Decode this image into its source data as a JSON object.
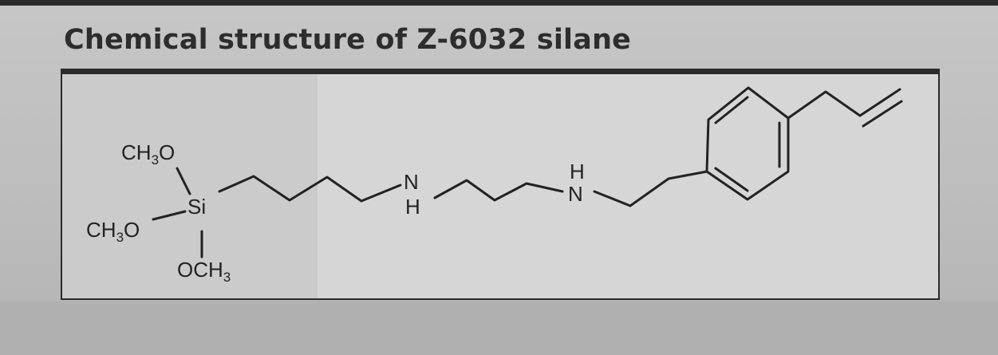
{
  "title": "Chemical structure of Z-6032 silane",
  "atoms": {
    "ch3o_top": {
      "main": "CH",
      "sub": "3",
      "tail": "O"
    },
    "si": "Si",
    "ch3o_left": {
      "main": "CH",
      "sub": "3",
      "tail": "O"
    },
    "och3": {
      "main": "OCH",
      "sub": "3"
    },
    "nh_1": {
      "n": "N",
      "h": "H"
    },
    "nh_2": {
      "h": "H",
      "n": "N"
    }
  },
  "colors": {
    "ink": "#222222",
    "frame": "#2a2a2a",
    "title": "#2d2d2d"
  }
}
